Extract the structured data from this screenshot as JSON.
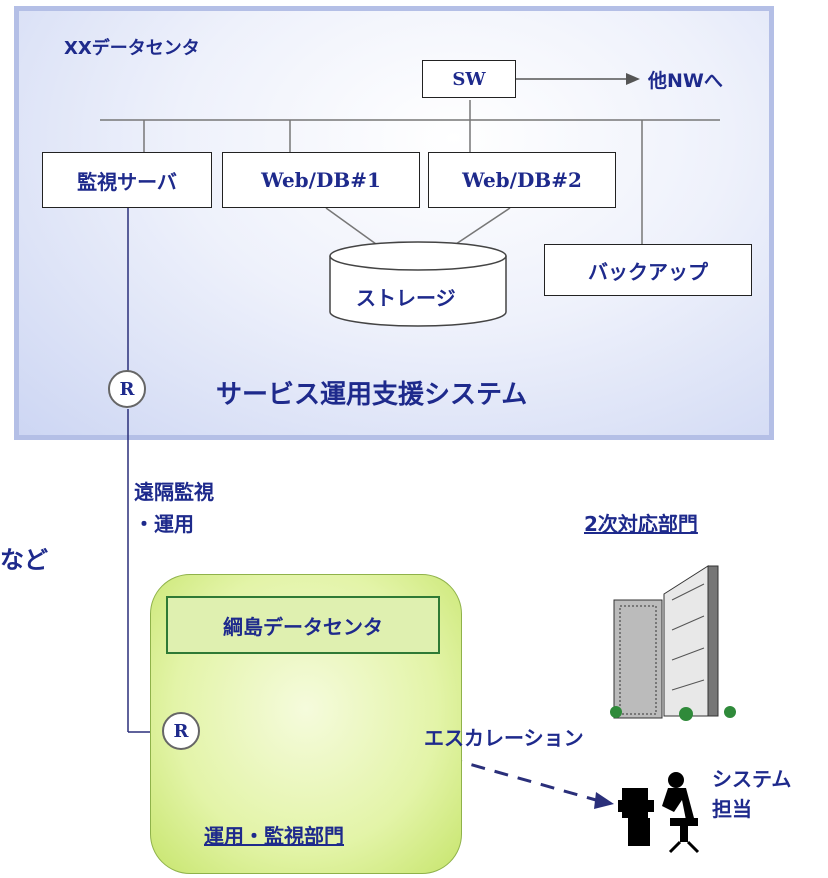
{
  "datacenter": {
    "title": "XXデータセンタ",
    "system_label": "サービス運用支援システム"
  },
  "network": {
    "switch_label": "SW",
    "external_label": "他NWへ"
  },
  "servers": {
    "monitor": "監視サーバ",
    "web_db_1": "Web/DB#1",
    "web_db_2": "Web/DB#2",
    "backup": "バックアップ",
    "storage": "ストレージ"
  },
  "router_label": "R",
  "remote_label": {
    "line1": "遠隔監視",
    "line2": "・運用"
  },
  "left_fragment": "など",
  "operations_center": {
    "title": "綱島データセンタ",
    "department": "運用・監視部門"
  },
  "secondary": {
    "title": "2次対応部門"
  },
  "escalation_label": "エスカレーション",
  "system_staff": {
    "line1": "システム",
    "line2": "担当"
  },
  "colors": {
    "text_blue": "#1e2a8c",
    "dc_border": "#b4bfe6",
    "ops_green": "#c7e56d",
    "line": "#2a2f7a"
  }
}
